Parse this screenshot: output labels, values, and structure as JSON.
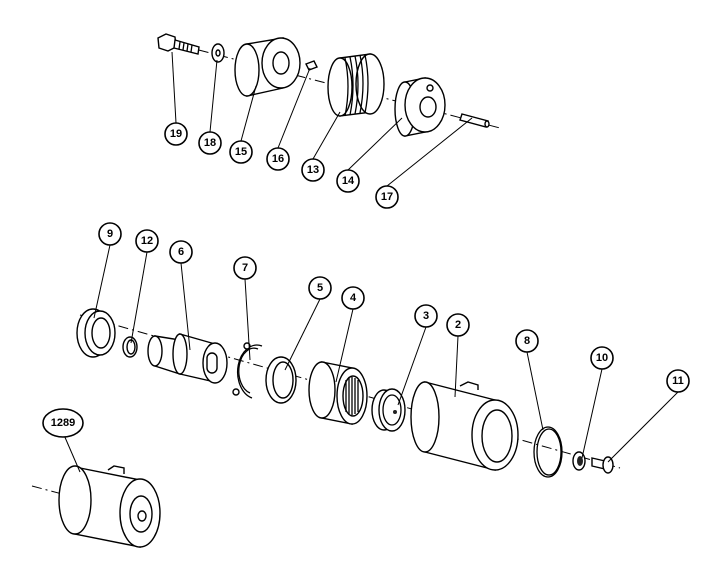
{
  "diagram": {
    "callouts": {
      "c19": "19",
      "c18": "18",
      "c15": "15",
      "c16": "16",
      "c13": "13",
      "c14": "14",
      "c17": "17",
      "c9": "9",
      "c12": "12",
      "c6": "6",
      "c7": "7",
      "c5": "5",
      "c4": "4",
      "c3": "3",
      "c2": "2",
      "c8": "8",
      "c10": "10",
      "c11": "11",
      "c1289": "1289"
    }
  }
}
